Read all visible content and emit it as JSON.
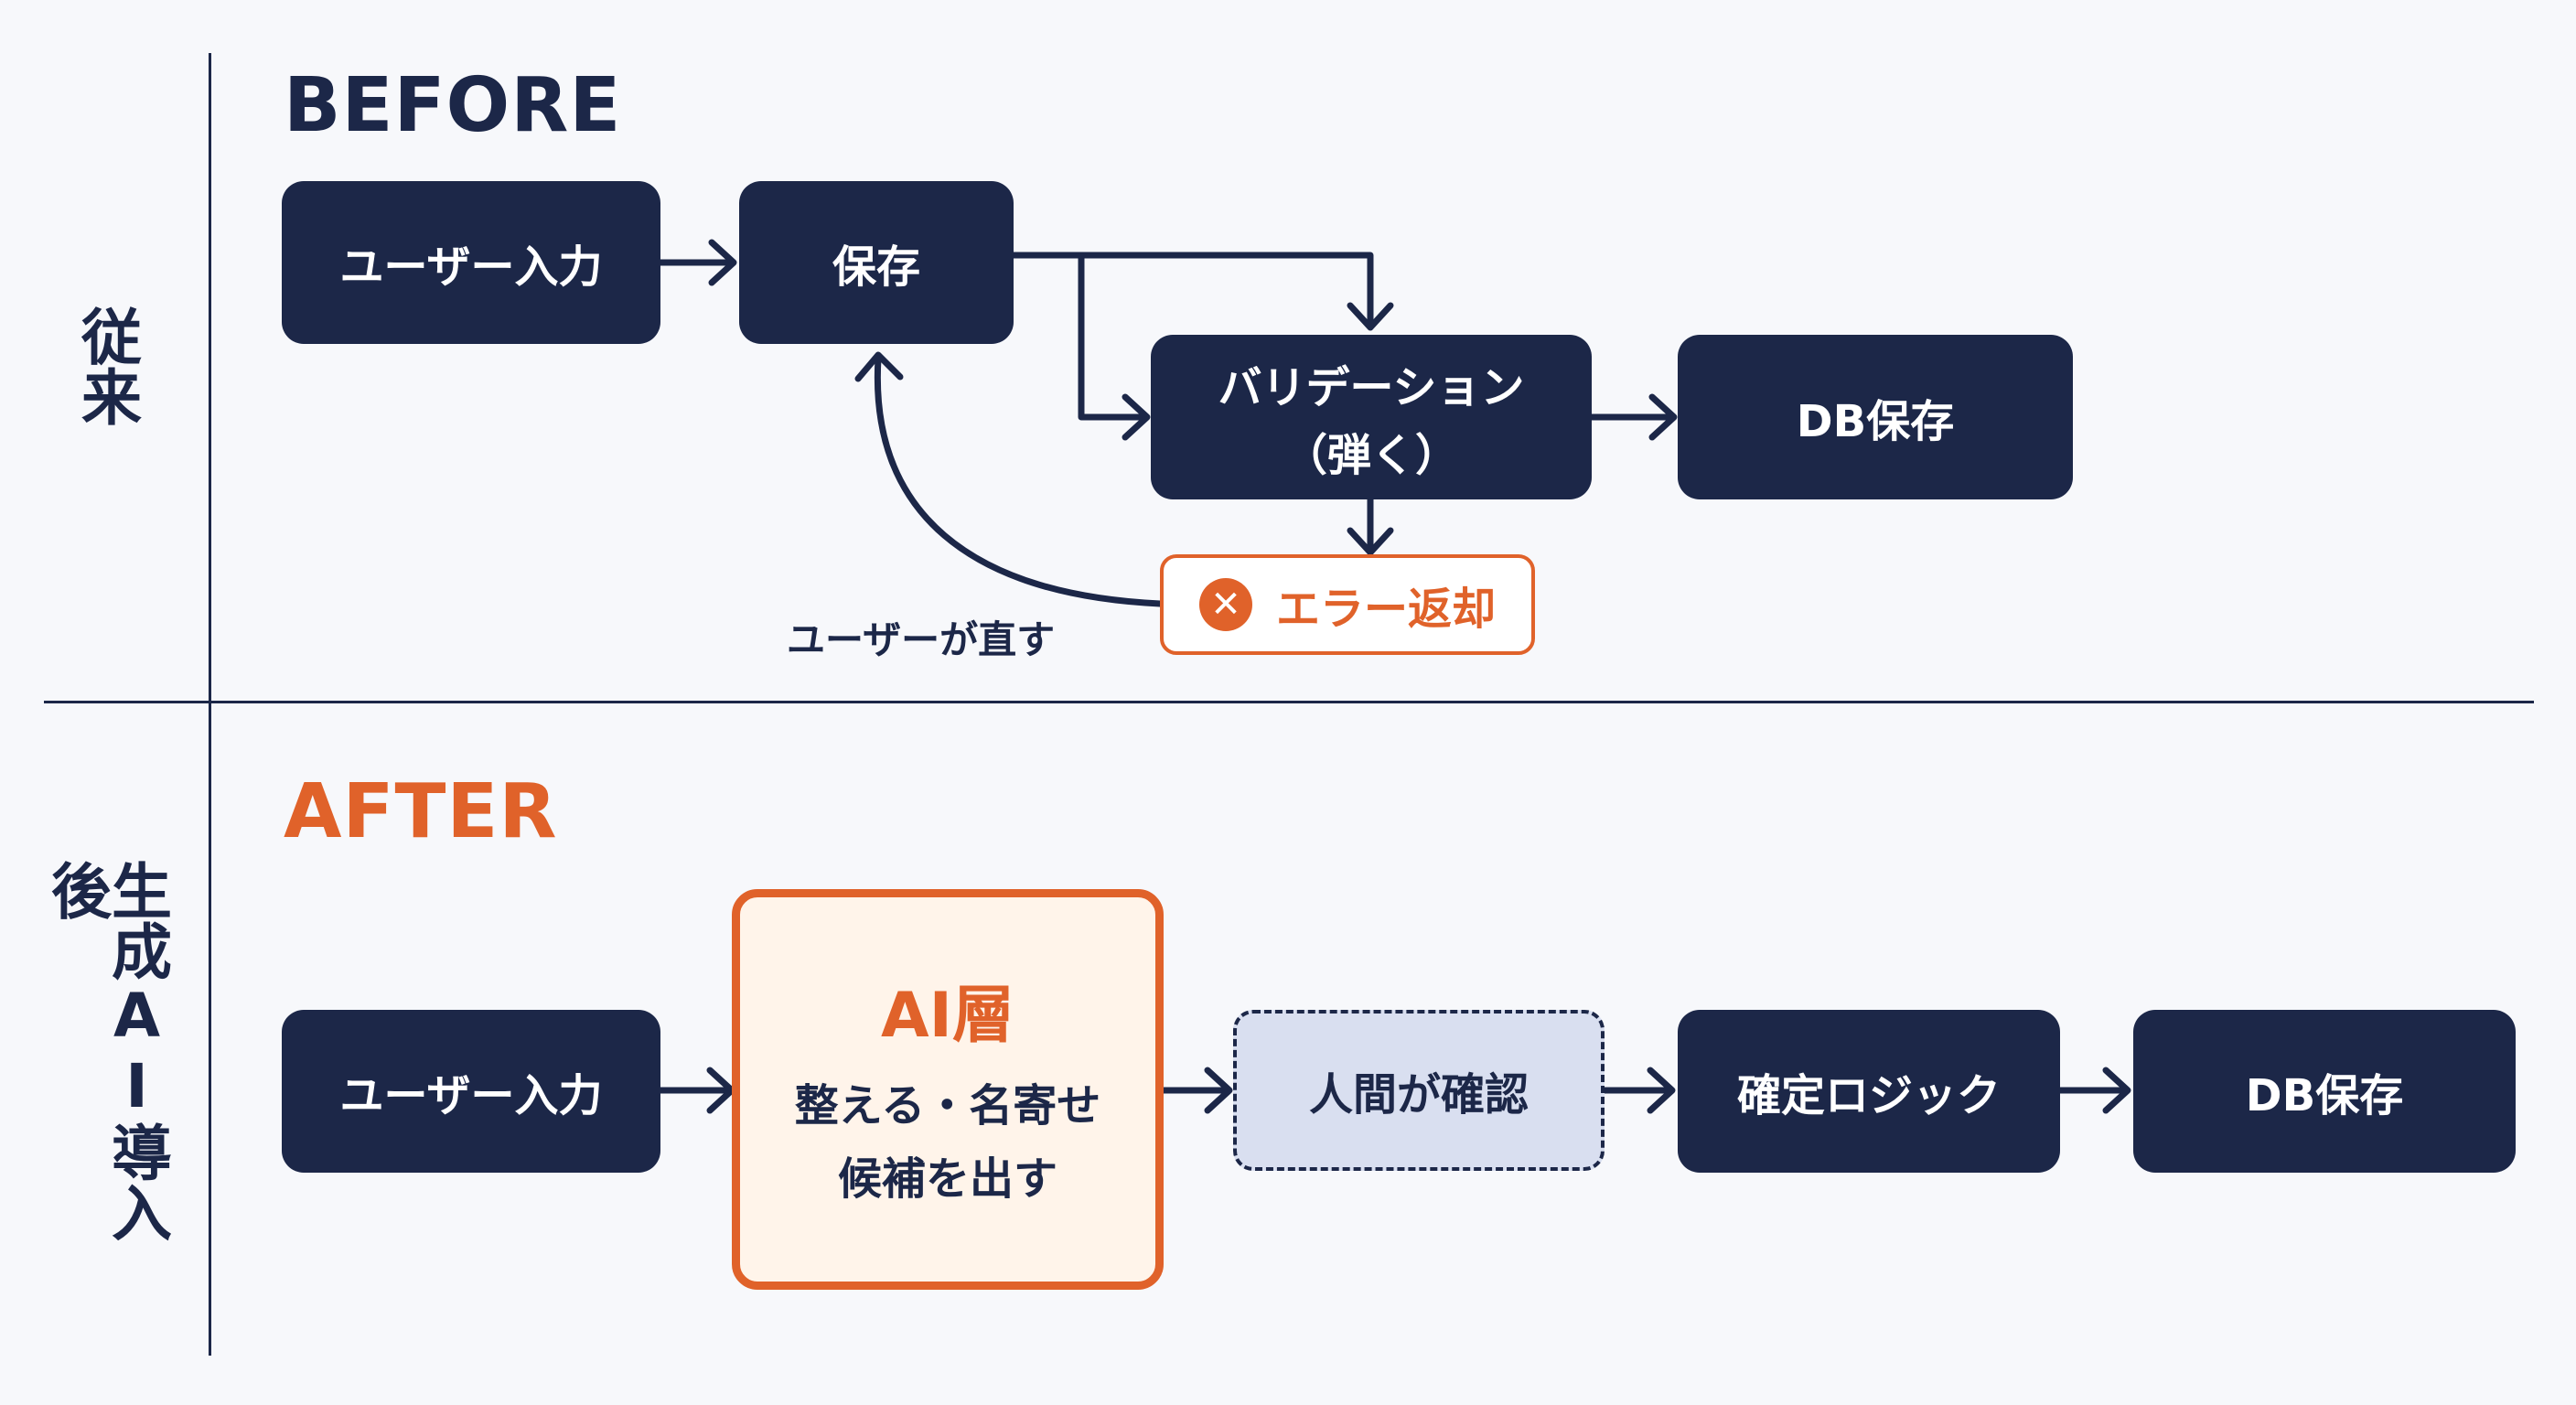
{
  "sections": {
    "before": {
      "side_label": "従来",
      "title": "BEFORE",
      "user_input": "ユーザー入力",
      "save": "保存",
      "validation_line1": "バリデーション",
      "validation_line2": "（弾く）",
      "db_save": "DB保存",
      "error_return": "エラー返却",
      "user_fix": "ユーザーが直す"
    },
    "after": {
      "side_label": "生成AI導入後",
      "title": "AFTER",
      "user_input": "ユーザー入力",
      "ai_layer_title": "AI層",
      "ai_layer_line1": "整える・名寄せ",
      "ai_layer_line2": "候補を出す",
      "human_check": "人間が確認",
      "confirm_logic": "確定ロジック",
      "db_save": "DB保存"
    }
  },
  "icons": {
    "error": "x-circle-icon"
  },
  "colors": {
    "navy": "#1c2748",
    "accent": "#e0622a",
    "ai_fill": "#fff4ea",
    "human_fill": "#d9dff0",
    "background": "#f7f8fb"
  }
}
